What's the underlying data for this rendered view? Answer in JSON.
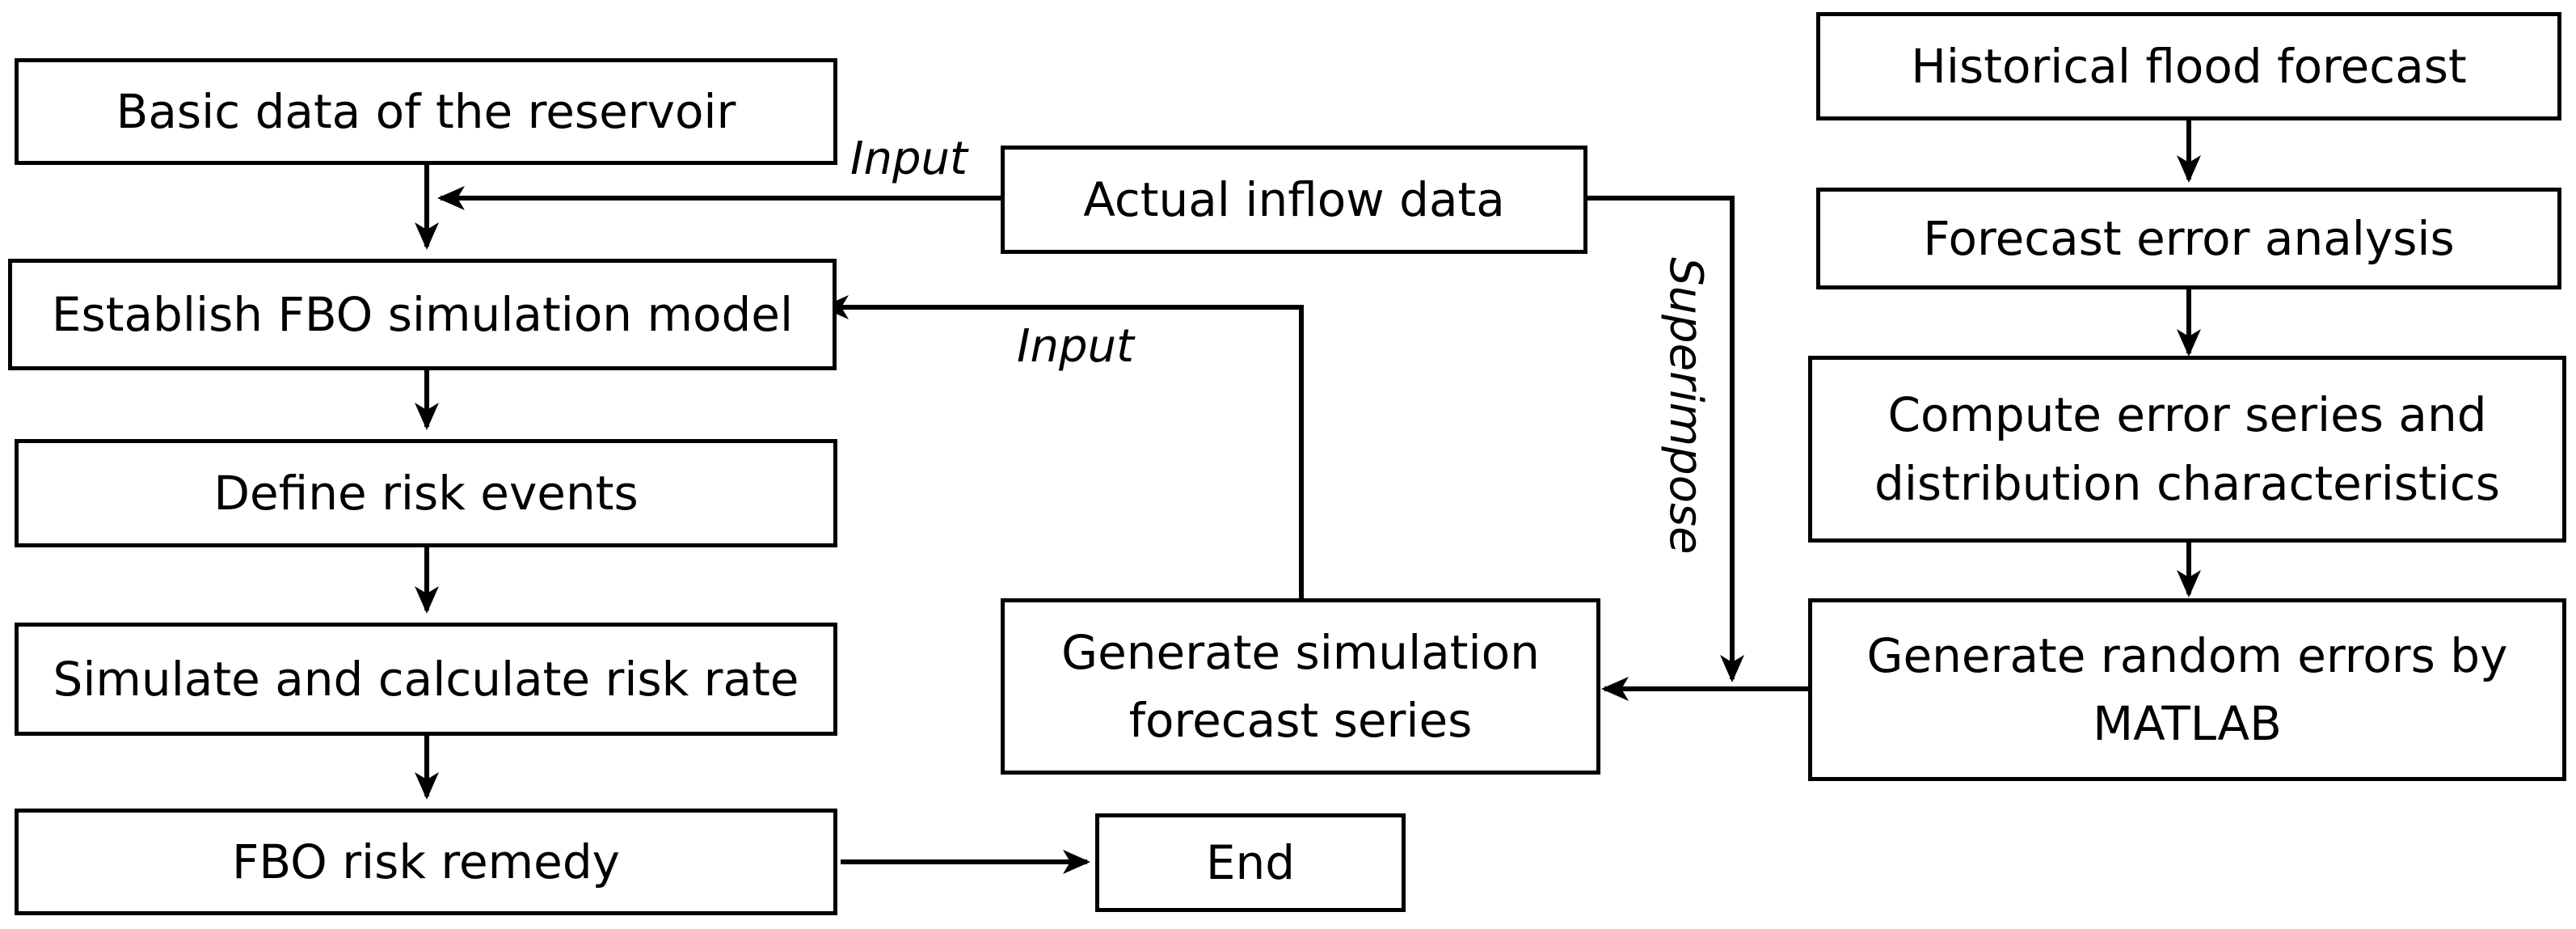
{
  "boxes": {
    "basic_data": "Basic data of the reservoir",
    "establish_model": "Establish FBO simulation model",
    "define_risk": "Define risk events",
    "simulate_risk": "Simulate and calculate risk rate",
    "risk_remedy": "FBO risk remedy",
    "end": "End",
    "actual_inflow": "Actual inflow data",
    "generate_forecast_line1": "Generate simulation",
    "generate_forecast_line2": "forecast series",
    "historical_forecast": "Historical flood forecast",
    "error_analysis": "Forecast error analysis",
    "compute_errors_line1": "Compute error series and",
    "compute_errors_line2": "distribution characteristics",
    "random_errors_line1": "Generate random errors by",
    "random_errors_line2": "MATLAB"
  },
  "edge_labels": {
    "input_top": "Input",
    "input_middle": "Input",
    "superimpose": "Superimpose"
  }
}
